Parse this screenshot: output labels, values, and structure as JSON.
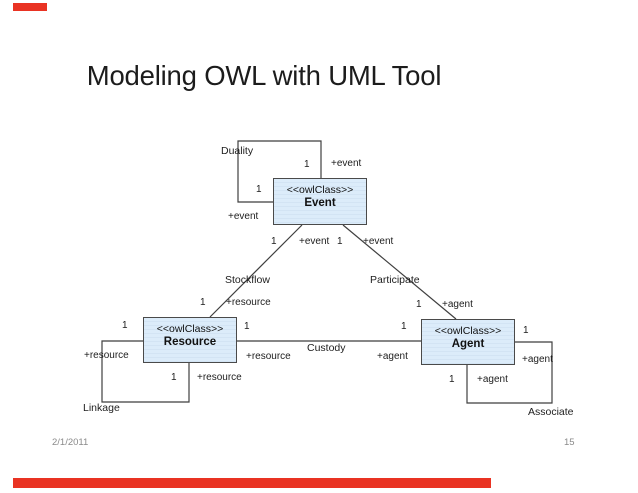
{
  "slide": {
    "title": "Modeling OWL with UML Tool",
    "date": "2/1/2011",
    "page_number": "15"
  },
  "colors": {
    "red_bar": "#e93323",
    "box_fill": "#d8e8f8",
    "box_border": "#4a4a4a",
    "line": "#3f3f3f",
    "footer_text": "#8a8a8a",
    "title_text": "#1c1c1c"
  },
  "diagram": {
    "multiplicity": "1",
    "classes": {
      "event": {
        "stereotype": "<<owlClass>>",
        "name": "Event"
      },
      "resource": {
        "stereotype": "<<owlClass>>",
        "name": "Resource"
      },
      "agent": {
        "stereotype": "<<owlClass>>",
        "name": "Agent"
      }
    },
    "roles": {
      "event": "+event",
      "resource": "+resource",
      "agent": "+agent"
    },
    "associations": {
      "duality": "Duality",
      "stockflow": "Stockflow",
      "participate": "Participate",
      "custody": "Custody",
      "linkage": "Linkage",
      "associate": "Associate"
    }
  }
}
